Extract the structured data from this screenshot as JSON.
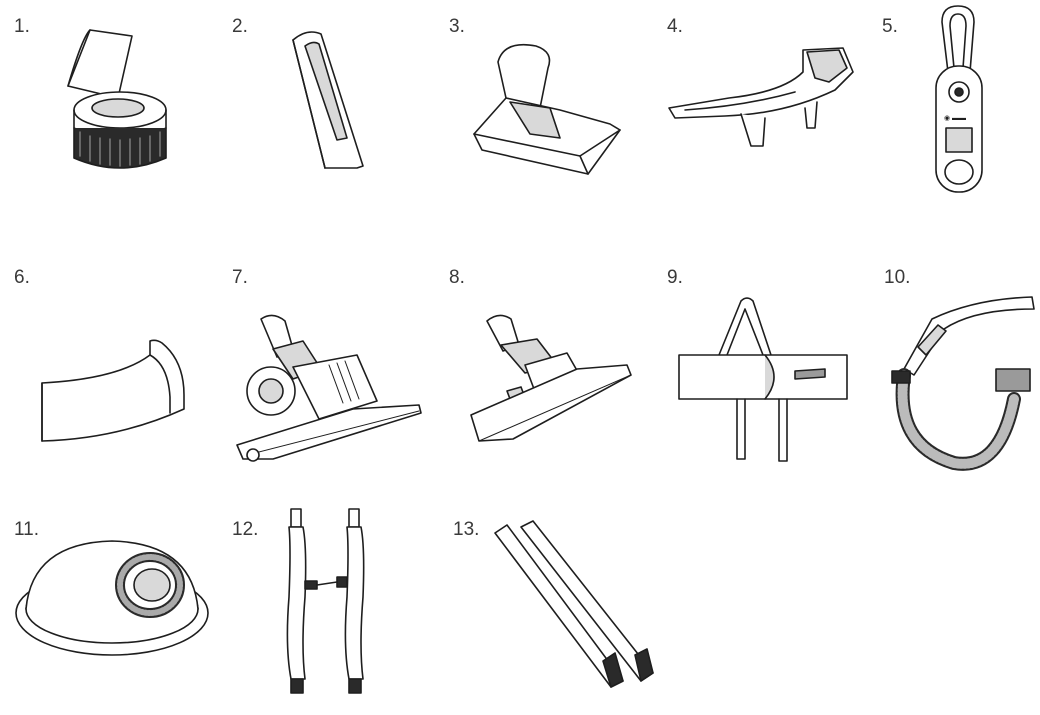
{
  "parts": [
    {
      "number": "1.",
      "icon": "round-dusting-brush-icon"
    },
    {
      "number": "2.",
      "icon": "crevice-tool-icon"
    },
    {
      "number": "3.",
      "icon": "upholstery-tool-icon"
    },
    {
      "number": "4.",
      "icon": "tool-holder-bracket-icon"
    },
    {
      "number": "5.",
      "icon": "carabiner-clip-icon"
    },
    {
      "number": "6.",
      "icon": "curved-pad-icon"
    },
    {
      "number": "7.",
      "icon": "floor-tool-icon"
    },
    {
      "number": "8.",
      "icon": "combination-floor-tool-icon"
    },
    {
      "number": "9.",
      "icon": "harness-frame-icon"
    },
    {
      "number": "10.",
      "icon": "hose-with-handle-icon"
    },
    {
      "number": "11.",
      "icon": "dome-cover-icon"
    },
    {
      "number": "12.",
      "icon": "shoulder-straps-icon"
    },
    {
      "number": "13.",
      "icon": "extension-wands-icon"
    }
  ]
}
